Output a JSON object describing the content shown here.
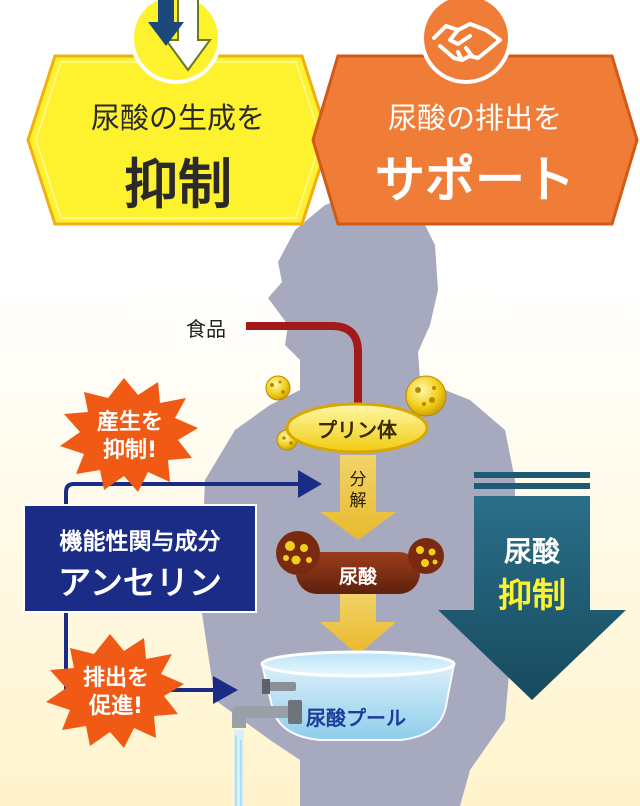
{
  "badges": {
    "suppress": {
      "line1": "尿酸の生成を",
      "line2": "抑制"
    },
    "support": {
      "line1": "尿酸の排出を",
      "line2": "サポート"
    }
  },
  "flow": {
    "food": "食品",
    "purine": "プリン体",
    "decompose": "分解",
    "uric_acid": "尿酸",
    "pool": "尿酸プール"
  },
  "ingredient": {
    "line1": "機能性関与成分",
    "line2": "アンセリン"
  },
  "bursts": {
    "production": {
      "line1": "産生を",
      "line2": "抑制!"
    },
    "excretion": {
      "line1": "排出を",
      "line2": "促進!"
    }
  },
  "result": {
    "line1": "尿酸",
    "line2": "抑制"
  },
  "colors": {
    "yellow_badge": "#fef12e",
    "orange_badge": "#ef7d38",
    "navy": "#1b2c86",
    "teal_arrow": "#1e5b73",
    "silhouette": "#a7aabf",
    "burst": "#f05a14",
    "uric_brown": "#7b2d14",
    "food_line": "#a31a1a"
  }
}
